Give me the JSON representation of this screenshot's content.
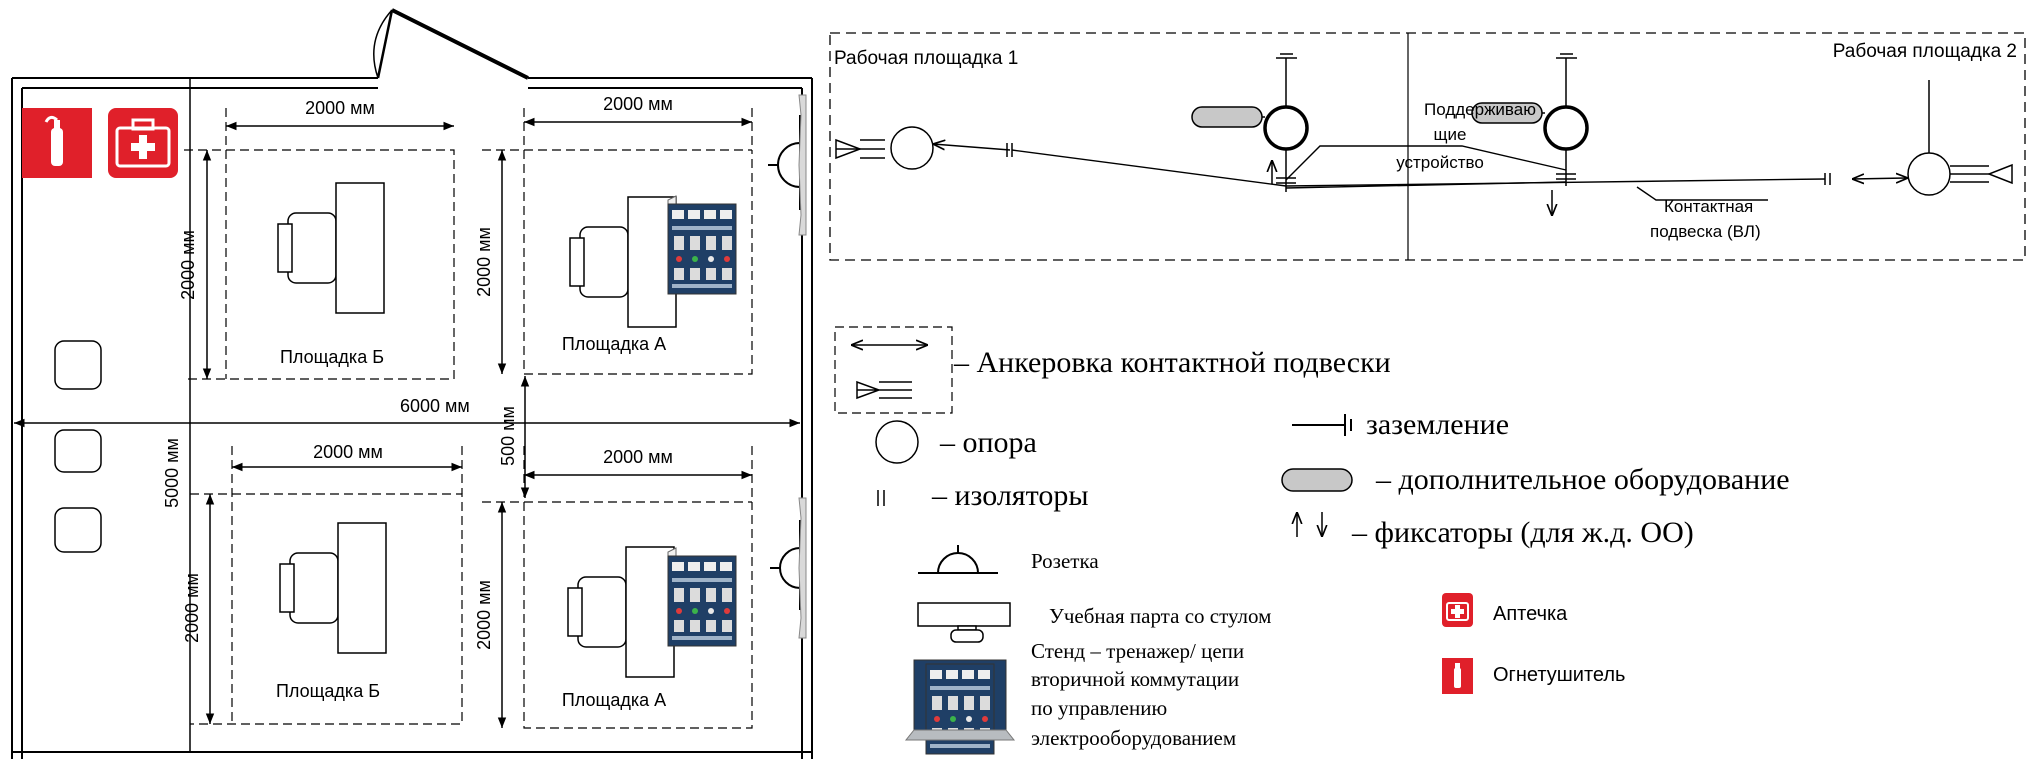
{
  "colors": {
    "line": "#000000",
    "safety_red": "#e0202a",
    "equipment_gray": "#c8c8c8",
    "stand_blue": "#1f3f66"
  },
  "floor_plan": {
    "dim_6000": "6000 мм",
    "dim_5000": "5000 мм",
    "dim_500": "500 мм",
    "dim_2000": "2000 мм",
    "zones": [
      {
        "label": "Площадка Б"
      },
      {
        "label": "Площадка А"
      },
      {
        "label": "Площадка Б"
      },
      {
        "label": "Площадка А"
      }
    ]
  },
  "scheme": {
    "site1": "Рабочая площадка 1",
    "site2": "Рабочая площадка 2",
    "support_device": [
      "Поддерживаю",
      "щие",
      "устройство"
    ],
    "catenary": [
      "Контактная",
      "подвеска (ВЛ)"
    ]
  },
  "legend": {
    "anchoring": "– Анкеровка контактной подвески",
    "support": "– опора",
    "insulators": "– изоляторы",
    "grounding": "заземление",
    "extra_equipment": "– дополнительное оборудование",
    "fixators": "– фиксаторы (для ж.д. ОО)",
    "socket": "Розетка",
    "desk": "Учебная парта со стулом",
    "stand": [
      "Стенд – тренажер/ цепи",
      "вторичной коммутации",
      "по управлению",
      "электрооборудованием"
    ],
    "first_aid": "Аптечка",
    "extinguisher": "Огнетушитель"
  }
}
